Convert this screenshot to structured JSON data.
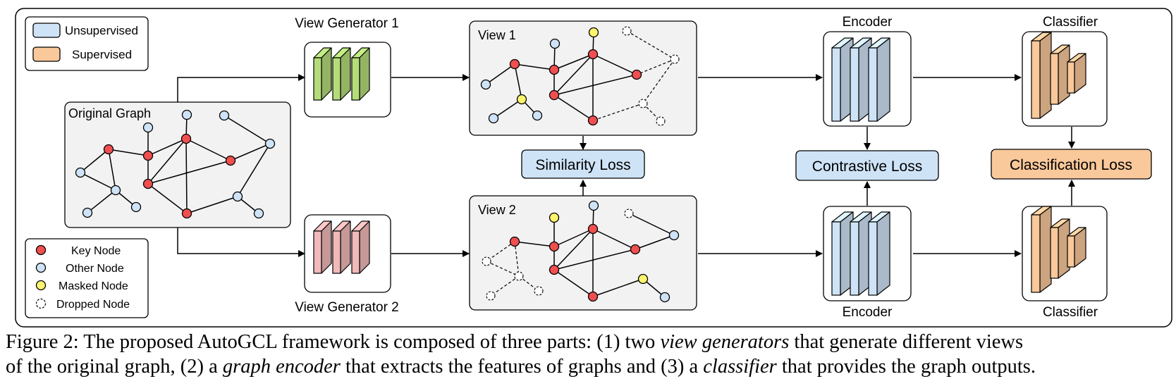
{
  "legend_top": {
    "unsupervised": {
      "label": "Unsupervised",
      "color": "#cfe3f7"
    },
    "supervised": {
      "label": "Supervised",
      "color": "#f9c89b"
    }
  },
  "legend_bottom": {
    "key_node": {
      "label": "Key Node",
      "color": "#f04f4f"
    },
    "other_node": {
      "label": "Other Node",
      "color": "#cfe3f7"
    },
    "masked_node": {
      "label": "Masked Node",
      "color": "#fdf46e"
    },
    "dropped_node": {
      "label": "Dropped Node"
    }
  },
  "original_graph": {
    "title": "Original Graph"
  },
  "view_generator_1": {
    "label": "View Generator 1",
    "color": "#b5dc7a"
  },
  "view_generator_2": {
    "label": "View Generator 2",
    "color": "#f1b9b9"
  },
  "view_1": {
    "title": "View 1"
  },
  "view_2": {
    "title": "View 2"
  },
  "encoder_top": {
    "label": "Encoder"
  },
  "encoder_bottom": {
    "label": "Encoder"
  },
  "classifier_top": {
    "label": "Classifier"
  },
  "classifier_bottom": {
    "label": "Classifier"
  },
  "losses": {
    "similarity": "Similarity Loss",
    "contrastive": "Contrastive Loss",
    "classification": "Classification Loss"
  },
  "caption": {
    "p1": "Figure 2: The proposed AutoGCL framework is composed of three parts: (1) two ",
    "i1": "view generators",
    "p2": " that generate different views",
    "p3": "of the original graph, (2) a ",
    "i2": "graph encoder",
    "p4": " that extracts the features of graphs and (3) a ",
    "i3": "classifier",
    "p5": " that provides the graph outputs."
  }
}
